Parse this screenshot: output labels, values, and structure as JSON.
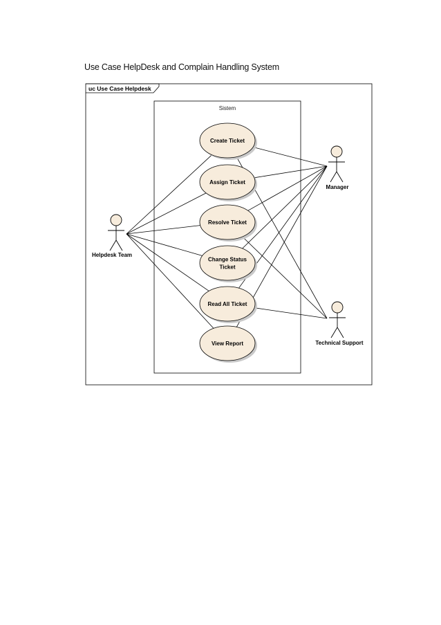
{
  "document": {
    "title": "Use Case HelpDesk  and Complain Handling System"
  },
  "diagram": {
    "frame_label": "uc Use Case Helpdesk",
    "system_label": "Sistem",
    "colors": {
      "use_case_fill": "#f7ecdc",
      "actor_head_fill": "#f7ecdc",
      "shadow": "#c9c9c9",
      "line": "#000000"
    },
    "actors": [
      {
        "id": "helpdesk",
        "label": "Helpdesk Team"
      },
      {
        "id": "manager",
        "label": "Manager"
      },
      {
        "id": "support",
        "label": "Technical Support"
      }
    ],
    "use_cases": [
      {
        "id": "create",
        "lines": [
          "Create Ticket"
        ]
      },
      {
        "id": "assign",
        "lines": [
          "Assign Ticket"
        ]
      },
      {
        "id": "resolve",
        "lines": [
          "Resolve Ticket"
        ]
      },
      {
        "id": "change",
        "lines": [
          "Change Status",
          "Ticket"
        ]
      },
      {
        "id": "readall",
        "lines": [
          "Read All Ticket"
        ]
      },
      {
        "id": "report",
        "lines": [
          "View Report"
        ]
      }
    ],
    "associations": [
      [
        "helpdesk",
        "create"
      ],
      [
        "helpdesk",
        "assign"
      ],
      [
        "helpdesk",
        "resolve"
      ],
      [
        "helpdesk",
        "change"
      ],
      [
        "helpdesk",
        "readall"
      ],
      [
        "helpdesk",
        "report"
      ],
      [
        "manager",
        "create"
      ],
      [
        "manager",
        "assign"
      ],
      [
        "manager",
        "resolve"
      ],
      [
        "manager",
        "change"
      ],
      [
        "manager",
        "readall"
      ],
      [
        "manager",
        "report"
      ],
      [
        "support",
        "create"
      ],
      [
        "support",
        "resolve"
      ],
      [
        "support",
        "readall"
      ]
    ]
  }
}
